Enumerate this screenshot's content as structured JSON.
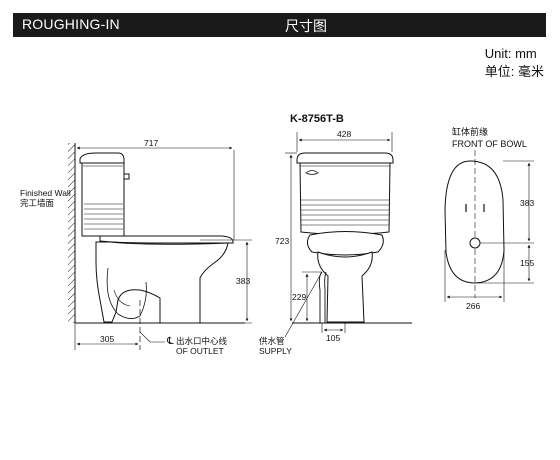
{
  "header": {
    "title_en": "ROUGHING-IN",
    "title_cn": "尺寸图"
  },
  "units": {
    "en": "Unit: mm",
    "cn": "单位: 毫米"
  },
  "model": "K-8756T-B",
  "side_view": {
    "wall_label_en": "Finished Wall",
    "wall_label_cn": "完工墙面",
    "dim_depth": "717",
    "dim_height": "383",
    "dim_outlet": "305",
    "outlet_label_cn": "出水口中心线",
    "outlet_label_en": "OF OUTLET",
    "centerline_symbol": "℄"
  },
  "front_view": {
    "dim_width": "428",
    "dim_total_height": "723",
    "dim_supply_height": "229",
    "dim_supply_offset": "105",
    "supply_label_cn": "供水管",
    "supply_label_en": "SUPPLY"
  },
  "bowl_view": {
    "title_cn": "缸体前缘",
    "title_en": "FRONT OF BOWL",
    "dim_length": "383",
    "dim_lower": "155",
    "dim_width": "266"
  }
}
